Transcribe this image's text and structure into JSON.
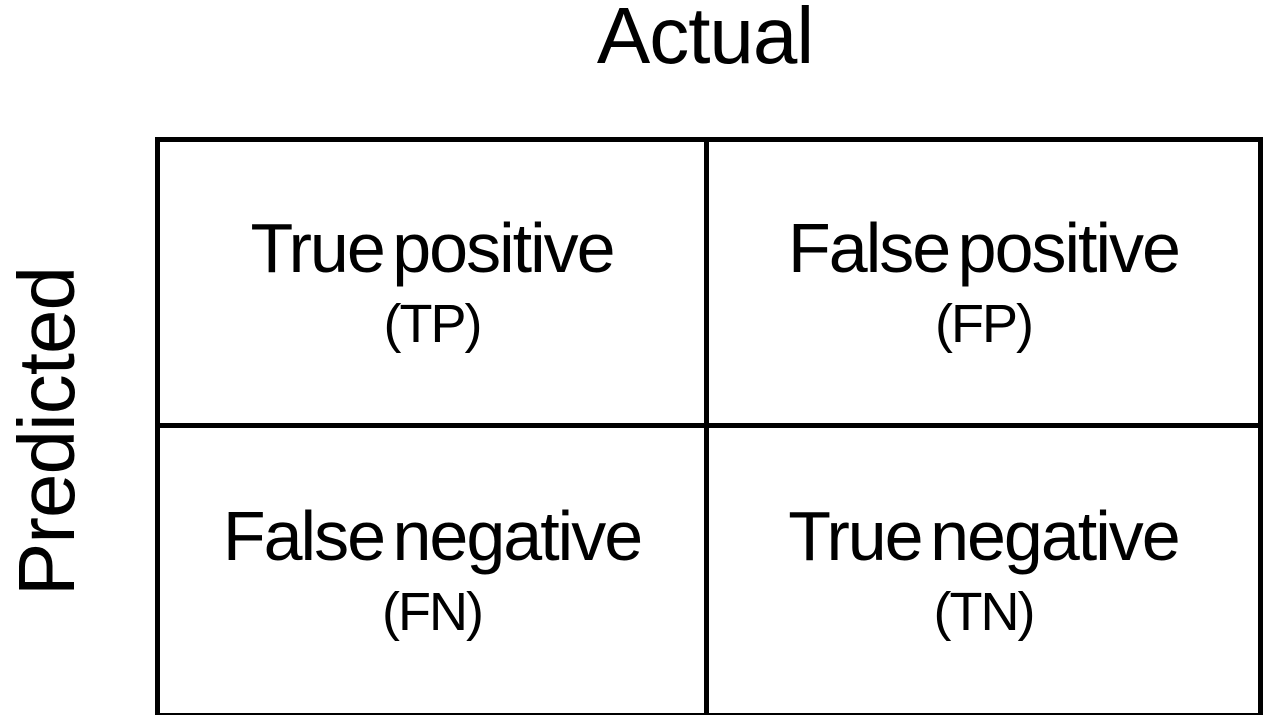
{
  "diagram": {
    "title": "Actual",
    "row_axis_label": "Predicted",
    "cells": [
      {
        "label": "True positive",
        "abbr": "(TP)"
      },
      {
        "label": "False positive",
        "abbr": "(FP)"
      },
      {
        "label": "False negative",
        "abbr": "(FN)"
      },
      {
        "label": "True negative",
        "abbr": "(TN)"
      }
    ],
    "colors": {
      "background": "#ffffff",
      "border": "#000000",
      "text": "#000000"
    }
  }
}
